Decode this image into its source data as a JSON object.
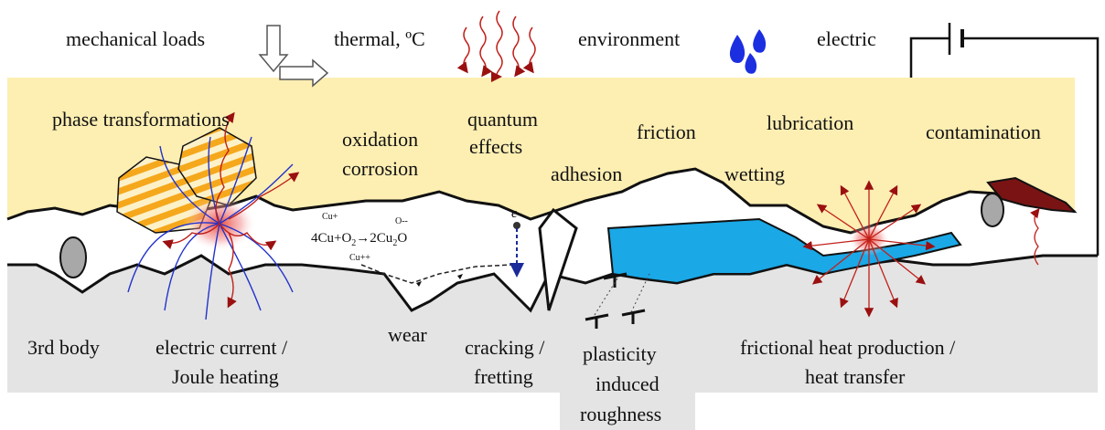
{
  "top_labels": {
    "mechanical": "mechanical loads",
    "thermal": "thermal, ºC",
    "environment": "environment",
    "electric": "electric"
  },
  "upper_labels": {
    "phase": "phase transformations",
    "oxidation": "oxidation",
    "corrosion": "corrosion",
    "quantum": "quantum",
    "effects": "effects",
    "adhesion": "adhesion",
    "friction": "friction",
    "lubrication": "lubrication",
    "wetting": "wetting",
    "contamination": "contamination"
  },
  "equation": {
    "ion1": "Cu+",
    "ion2": "O--",
    "ion3": "Cu++",
    "lhs": "4Cu+O",
    "sub2a": "2",
    "rhs": "2Cu",
    "sub2b": "2",
    "tail": "O",
    "electron": "e-"
  },
  "lower_labels": {
    "third_body": "3rd body",
    "current_1": "electric current /",
    "current_2": "Joule heating",
    "wear": "wear",
    "cracking_1": "cracking /",
    "cracking_2": "fretting",
    "plasticity_1": "plasticity",
    "plasticity_2": "induced",
    "plasticity_3": "roughness",
    "frictional_1": "frictional heat production /",
    "frictional_2": "heat transfer"
  },
  "colors": {
    "upper_body": "#fdeeb2",
    "lower_body": "#e4e4e4",
    "lubricant": "#1aa8e6",
    "droplets": "#1c2fe0",
    "stripes": "#f5a81c",
    "hot_spot": "#e8321f",
    "flux_lines": "#2233cc",
    "contaminant": "#7a1414"
  }
}
